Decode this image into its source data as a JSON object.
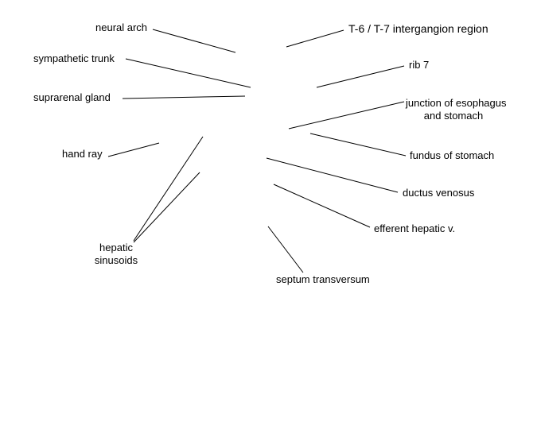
{
  "labels": {
    "neural_arch": "neural arch",
    "t6_t7": "T-6 / T-7 intergangion region",
    "sympathetic_trunk": "sympathetic trunk",
    "rib7": "rib 7",
    "suprarenal_gland": "suprarenal gland",
    "junction_line1": "junction of esophagus",
    "junction_line2": "and stomach",
    "hand_ray": "hand ray",
    "fundus": "fundus of stomach",
    "ductus_venosus": "ductus venosus",
    "efferent_hepatic": "efferent hepatic v.",
    "hepatic_line1": "hepatic",
    "hepatic_line2": "sinusoids",
    "septum": "septum transversum"
  },
  "colors": {
    "line": "#000000",
    "text": "#000000"
  }
}
